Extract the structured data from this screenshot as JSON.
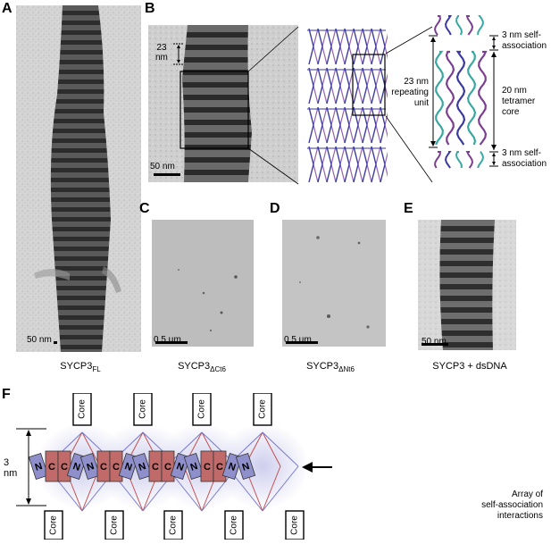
{
  "panels": {
    "a": {
      "letter": "A",
      "scale": "50 nm",
      "caption_main": "SYCP3",
      "caption_sub": "FL"
    },
    "b": {
      "letter": "B",
      "scale": "50 nm",
      "period_label_1": "23",
      "period_label_2": "nm",
      "repeat_label_1": "23 nm",
      "repeat_label_2": "repeating",
      "repeat_label_3": "unit",
      "top_self_1": "3 nm self-",
      "top_self_2": "association",
      "core_label_1": "20 nm",
      "core_label_2": "tetramer core",
      "bottom_self_1": "3 nm self-",
      "bottom_self_2": "association"
    },
    "c": {
      "letter": "C",
      "scale": "0.5 μm",
      "caption_main": "SYCP3",
      "caption_sub": "ΔCt6"
    },
    "d": {
      "letter": "D",
      "scale": "0.5 μm",
      "caption_main": "SYCP3",
      "caption_sub": "ΔNt6"
    },
    "e": {
      "letter": "E",
      "scale": "50 nm",
      "caption": "SYCP3 + dsDNA"
    },
    "f": {
      "letter": "F",
      "core_label": "Core",
      "n_label": "N",
      "c_label": "C",
      "height_label_1": "3",
      "height_label_2": "nm",
      "array_label_1": "Array of",
      "array_label_2": "self-association",
      "array_label_3": "interactions"
    }
  },
  "colors": {
    "n_domain": "#8f8fcc",
    "c_domain": "#c06a6a",
    "helix_purple": "#7a3f8f",
    "helix_teal": "#3aa8a0",
    "helix_blue": "#3a3aa0",
    "glow": "#c9c9ec"
  }
}
